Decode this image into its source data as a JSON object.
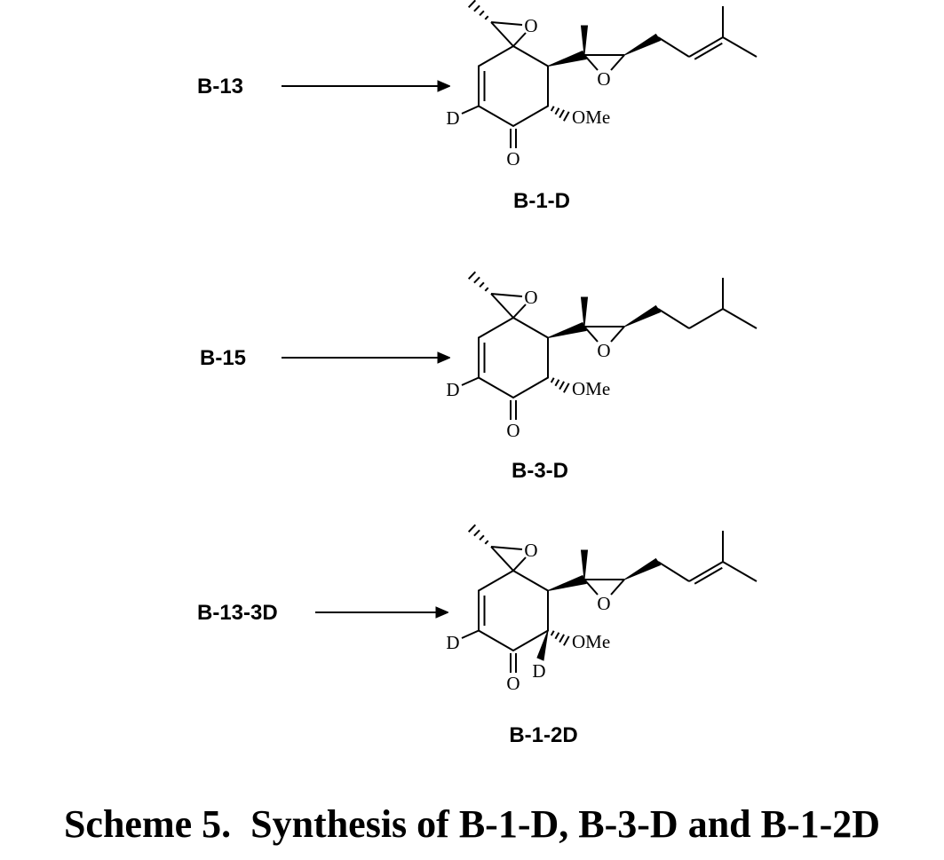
{
  "caption": "Scheme 5.  Synthesis of B-1-D, B-3-D and B-1-2D",
  "reactions": [
    {
      "reactant": "B-13",
      "product": "B-1-D",
      "atoms": {
        "spiro_o": "O",
        "side_o": "O",
        "ketone_o": "O",
        "vinyl_d": "D",
        "methoxy": "OMe"
      }
    },
    {
      "reactant": "B-15",
      "product": "B-3-D",
      "atoms": {
        "spiro_o": "O",
        "side_o": "O",
        "ketone_o": "O",
        "vinyl_d": "D",
        "methoxy": "OMe"
      }
    },
    {
      "reactant": "B-13-3D",
      "product": "B-1-2D",
      "atoms": {
        "spiro_o": "O",
        "side_o": "O",
        "ketone_o": "O",
        "vinyl_d": "D",
        "methoxy": "OMe",
        "alpha_d": "D"
      }
    }
  ]
}
